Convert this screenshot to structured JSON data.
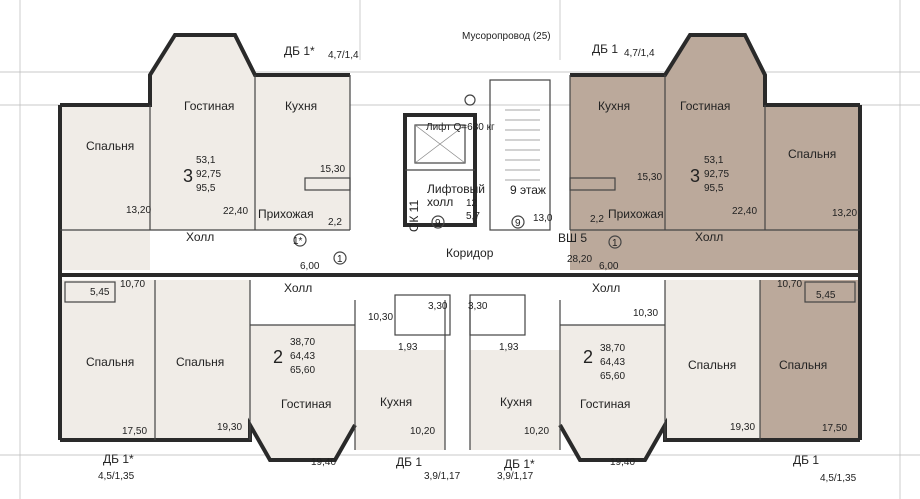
{
  "header": {
    "chute": "Мусоропровод (25)",
    "balcony_top_left": "ДБ 1*",
    "balcony_top_left_size": "4,7/1,4",
    "balcony_top_right": "ДБ 1",
    "balcony_top_right_size": "4,7/1,4"
  },
  "colors": {
    "highlight": "#bba99b",
    "fill": "#f0ece7",
    "wall": "#2a2a2a"
  },
  "apt_left_top": {
    "living": "Гостиная",
    "kitchen": "Кухня",
    "bedroom": "Спальня",
    "hall": "Холл",
    "entry": "Прихожая",
    "rooms": "3",
    "area1": "53,1",
    "area2": "92,75",
    "area3": "95,5",
    "dim_kitchen": "15,30",
    "dim_bed": "13,20",
    "dim_living": "22,40",
    "dim_bath": "10,70",
    "dim_balc": "5,45",
    "dim_entry": "2,2",
    "dim_corr": "6,00",
    "mark1": "1*",
    "mark2": "1"
  },
  "apt_right_top": {
    "living": "Гостиная",
    "kitchen": "Кухня",
    "bedroom": "Спальня",
    "hall": "Холл",
    "entry": "Прихожая",
    "rooms": "3",
    "area1": "53,1",
    "area2": "92,75",
    "area3": "95,5",
    "dim_kitchen": "15,30",
    "dim_bed": "13,20",
    "dim_living": "22,40",
    "dim_bath": "10,70",
    "dim_balc": "5,45",
    "dim_entry": "2,2",
    "dim_corr": "6,00",
    "mark": "1",
    "vent": "ВШ 5",
    "dim_corr2": "28,20"
  },
  "core": {
    "lift": "Лифт Q=630 кг",
    "lift_hall1": "Лифтовый",
    "lift_hall2": "холл",
    "lift_num1": "12",
    "lift_num2": "5,7",
    "ok": "ОК 11",
    "floor": "9 этаж",
    "dim13": "13,0",
    "n9a": "9",
    "n9b": "9",
    "corridor": "Коридор"
  },
  "apt_left_bottom": {
    "hall": "Холл",
    "bedroom1": "Спальня",
    "bedroom2": "Спальня",
    "living": "Гостиная",
    "kitchen": "Кухня",
    "rooms": "2",
    "area1": "38,70",
    "area2": "64,43",
    "area3": "65,60",
    "dim_bed": "17,50",
    "dim_bed2": "19,30",
    "dim_liv": "19,40",
    "dim_kit": "10,20",
    "dim_hall": "10,30",
    "dim_bath": "3,30",
    "dim_wc": "1,93",
    "balcony": "ДБ 1*",
    "balcony_size": "4,5/1,35",
    "balcony2": "ДБ 1",
    "balcony2_size": "3,9/1,17"
  },
  "apt_right_bottom": {
    "hall": "Холл",
    "bedroom1": "Спальня",
    "bedroom2": "Спальня",
    "living": "Гостиная",
    "kitchen": "Кухня",
    "rooms": "2",
    "area1": "38,70",
    "area2": "64,43",
    "area3": "65,60",
    "dim_bed": "17,50",
    "dim_bed2": "19,30",
    "dim_liv": "19,40",
    "dim_kit": "10,20",
    "dim_hall": "10,30",
    "dim_bath": "3,30",
    "dim_wc": "1,93",
    "balcony": "ДБ 1*",
    "balcony_size": "3,9/1,17",
    "balcony2": "ДБ 1",
    "balcony2_size": "4,5/1,35"
  }
}
